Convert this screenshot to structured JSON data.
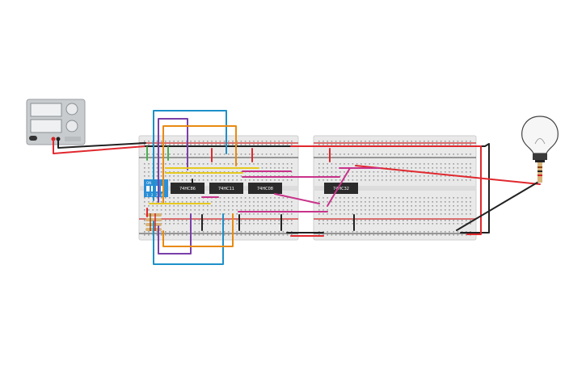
{
  "chips": [
    {
      "label": "74HC86"
    },
    {
      "label": "74HC11"
    },
    {
      "label": "74HC08"
    },
    {
      "label": "74HC32"
    }
  ],
  "dip_switch": {
    "on_label": "ON",
    "numbers": [
      "1",
      "2",
      "3",
      "4"
    ]
  },
  "colors": {
    "wire_red": "#e0282e",
    "wire_black": "#222222",
    "wire_blue": "#1e90c8",
    "wire_purple": "#7a3fa8",
    "wire_orange": "#e88a12",
    "wire_magenta": "#c8338a",
    "wire_yellow": "#e6c81e",
    "wire_green": "#4caf50",
    "dip_body": "#2a8fd6",
    "chip_body": "#2b2b2b"
  },
  "icons": [
    "power-supply-icon",
    "light-bulb-icon",
    "dip-switch-icon",
    "resistor-icon"
  ]
}
